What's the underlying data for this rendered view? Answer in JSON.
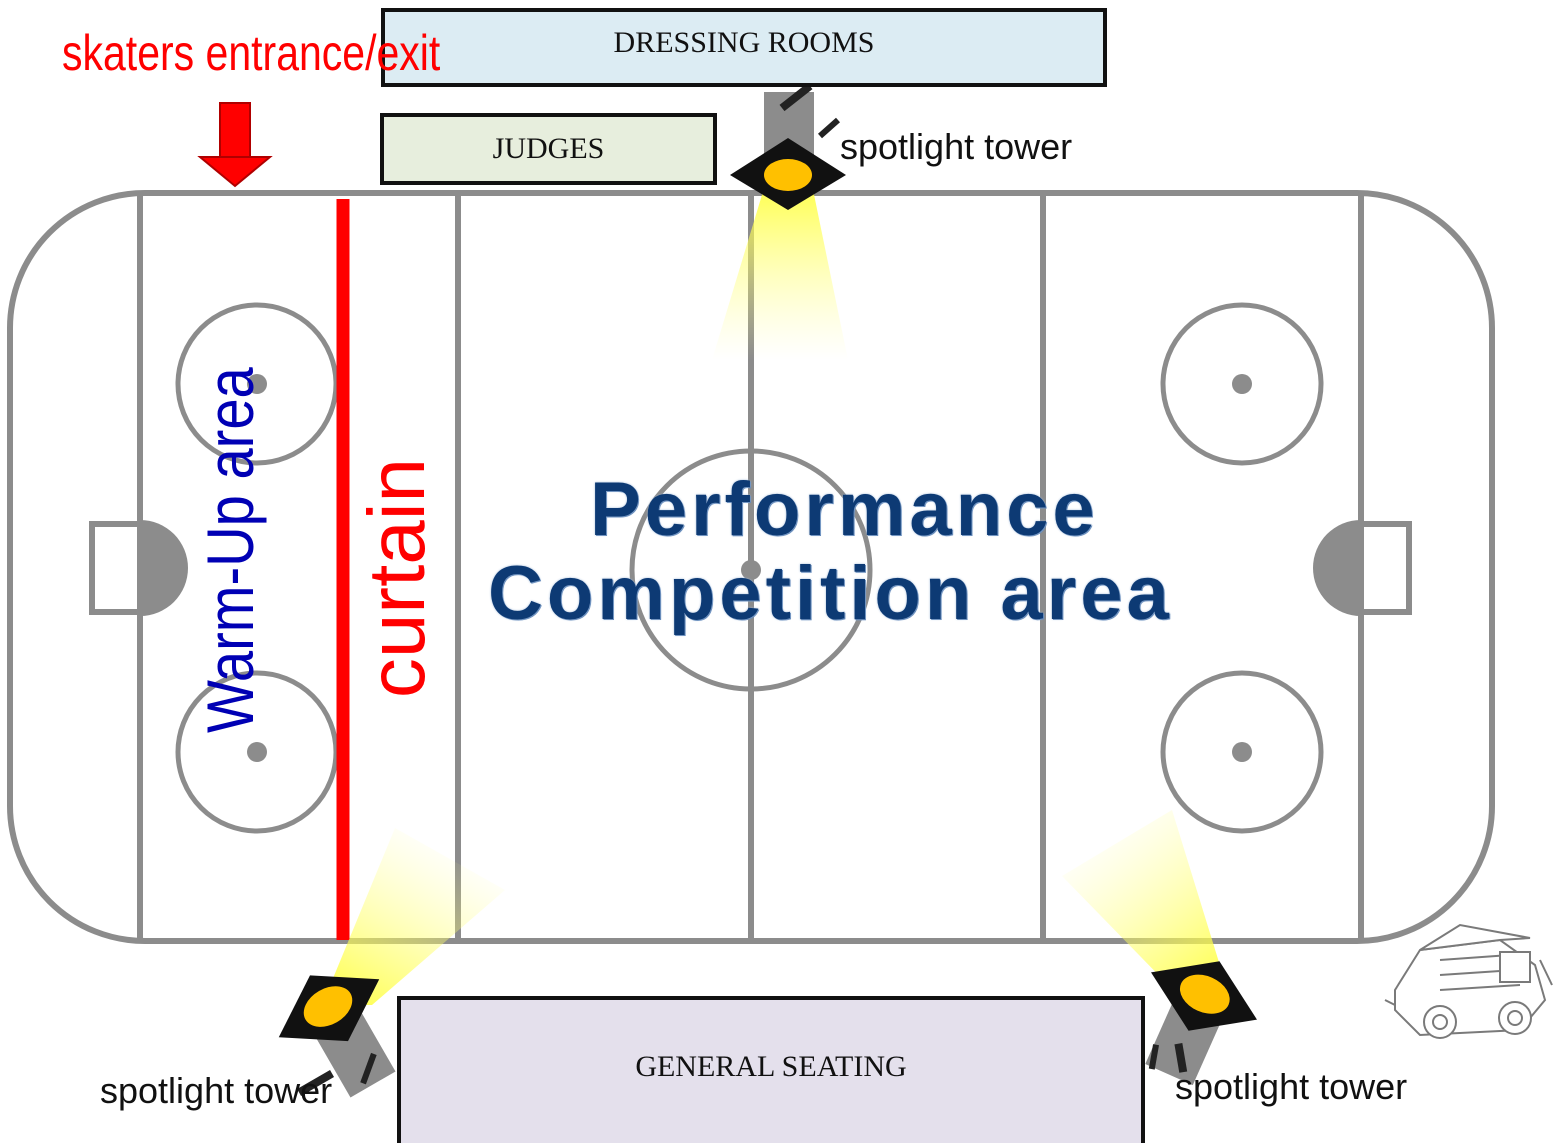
{
  "labels": {
    "dressing_rooms": "DRESSING ROOMS",
    "judges": "JUDGES",
    "general_seating": "GENERAL SEATING",
    "skaters_entrance": "skaters entrance/exit",
    "spotlight_top": "spotlight tower",
    "spotlight_bottom_left": "spotlight tower",
    "spotlight_bottom_right": "spotlight tower",
    "warmup_area": "Warm-Up area",
    "curtain": "curtain",
    "performance_line1": "Performance",
    "performance_line2": "Competition area"
  },
  "colors": {
    "rink_lines": "#8c8c8c",
    "curtain": "#ff0000",
    "entrance_arrow": "#ff0000",
    "warmup_text": "#0000b4",
    "performance_text": "#0d3a74",
    "spotlight_beam": "#ffff66",
    "spotlight_lamp": "#ffc000",
    "dressing_fill": "#dcecf3",
    "judges_fill": "#e7eedd",
    "seating_fill": "#e4e0ec"
  },
  "icons": [
    "down-arrow-icon",
    "spotlight-icon",
    "zamboni-icon"
  ]
}
